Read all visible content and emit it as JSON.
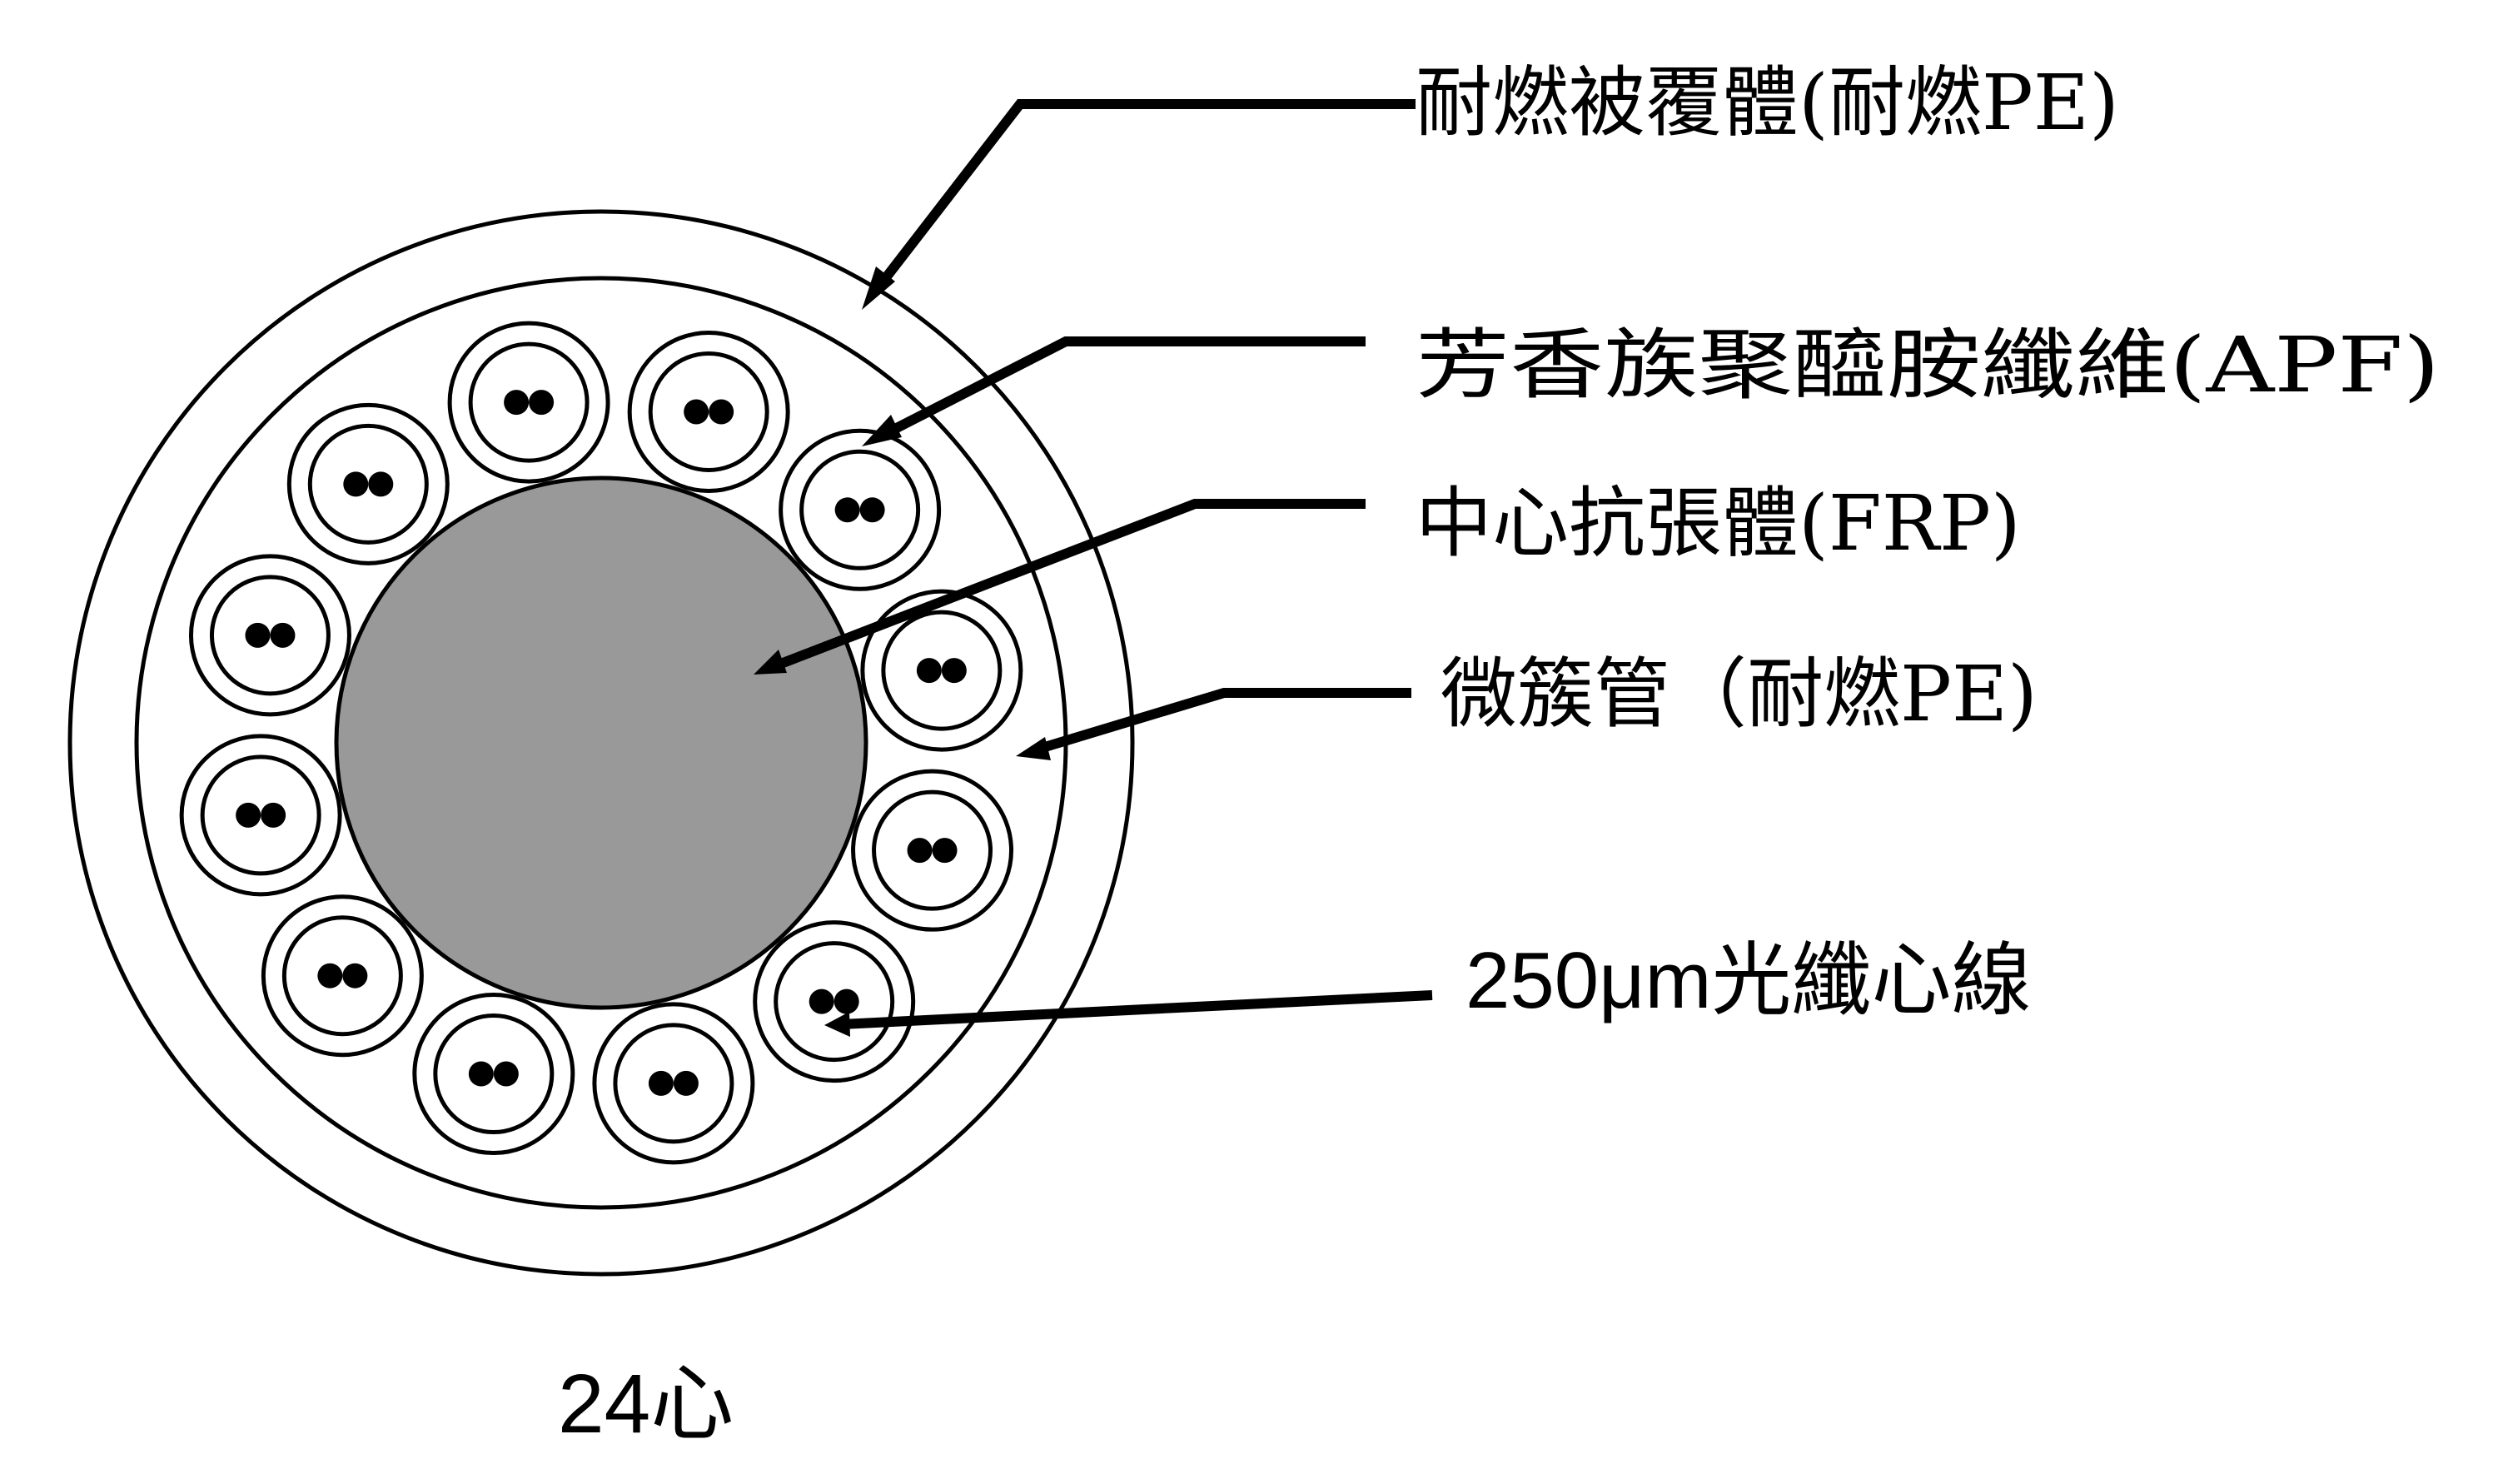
{
  "labels": {
    "outer_jacket": "耐燃被覆體(耐燃PE)",
    "aramid_fiber": "芳香族聚醯胺纖維(APF)",
    "central_strength_member": "中心抗張體(FRP)",
    "micro_tube": "微簇管（耐燃PE)",
    "optical_fiber": "250μm光纖心線"
  },
  "caption": "24心",
  "structure": {
    "micro_tube_count": 12,
    "fibers_per_tube": 2
  },
  "colors": {
    "line": "#000000",
    "background": "#ffffff",
    "central_member_fill": "#999999",
    "fiber_dot": "#000000"
  }
}
